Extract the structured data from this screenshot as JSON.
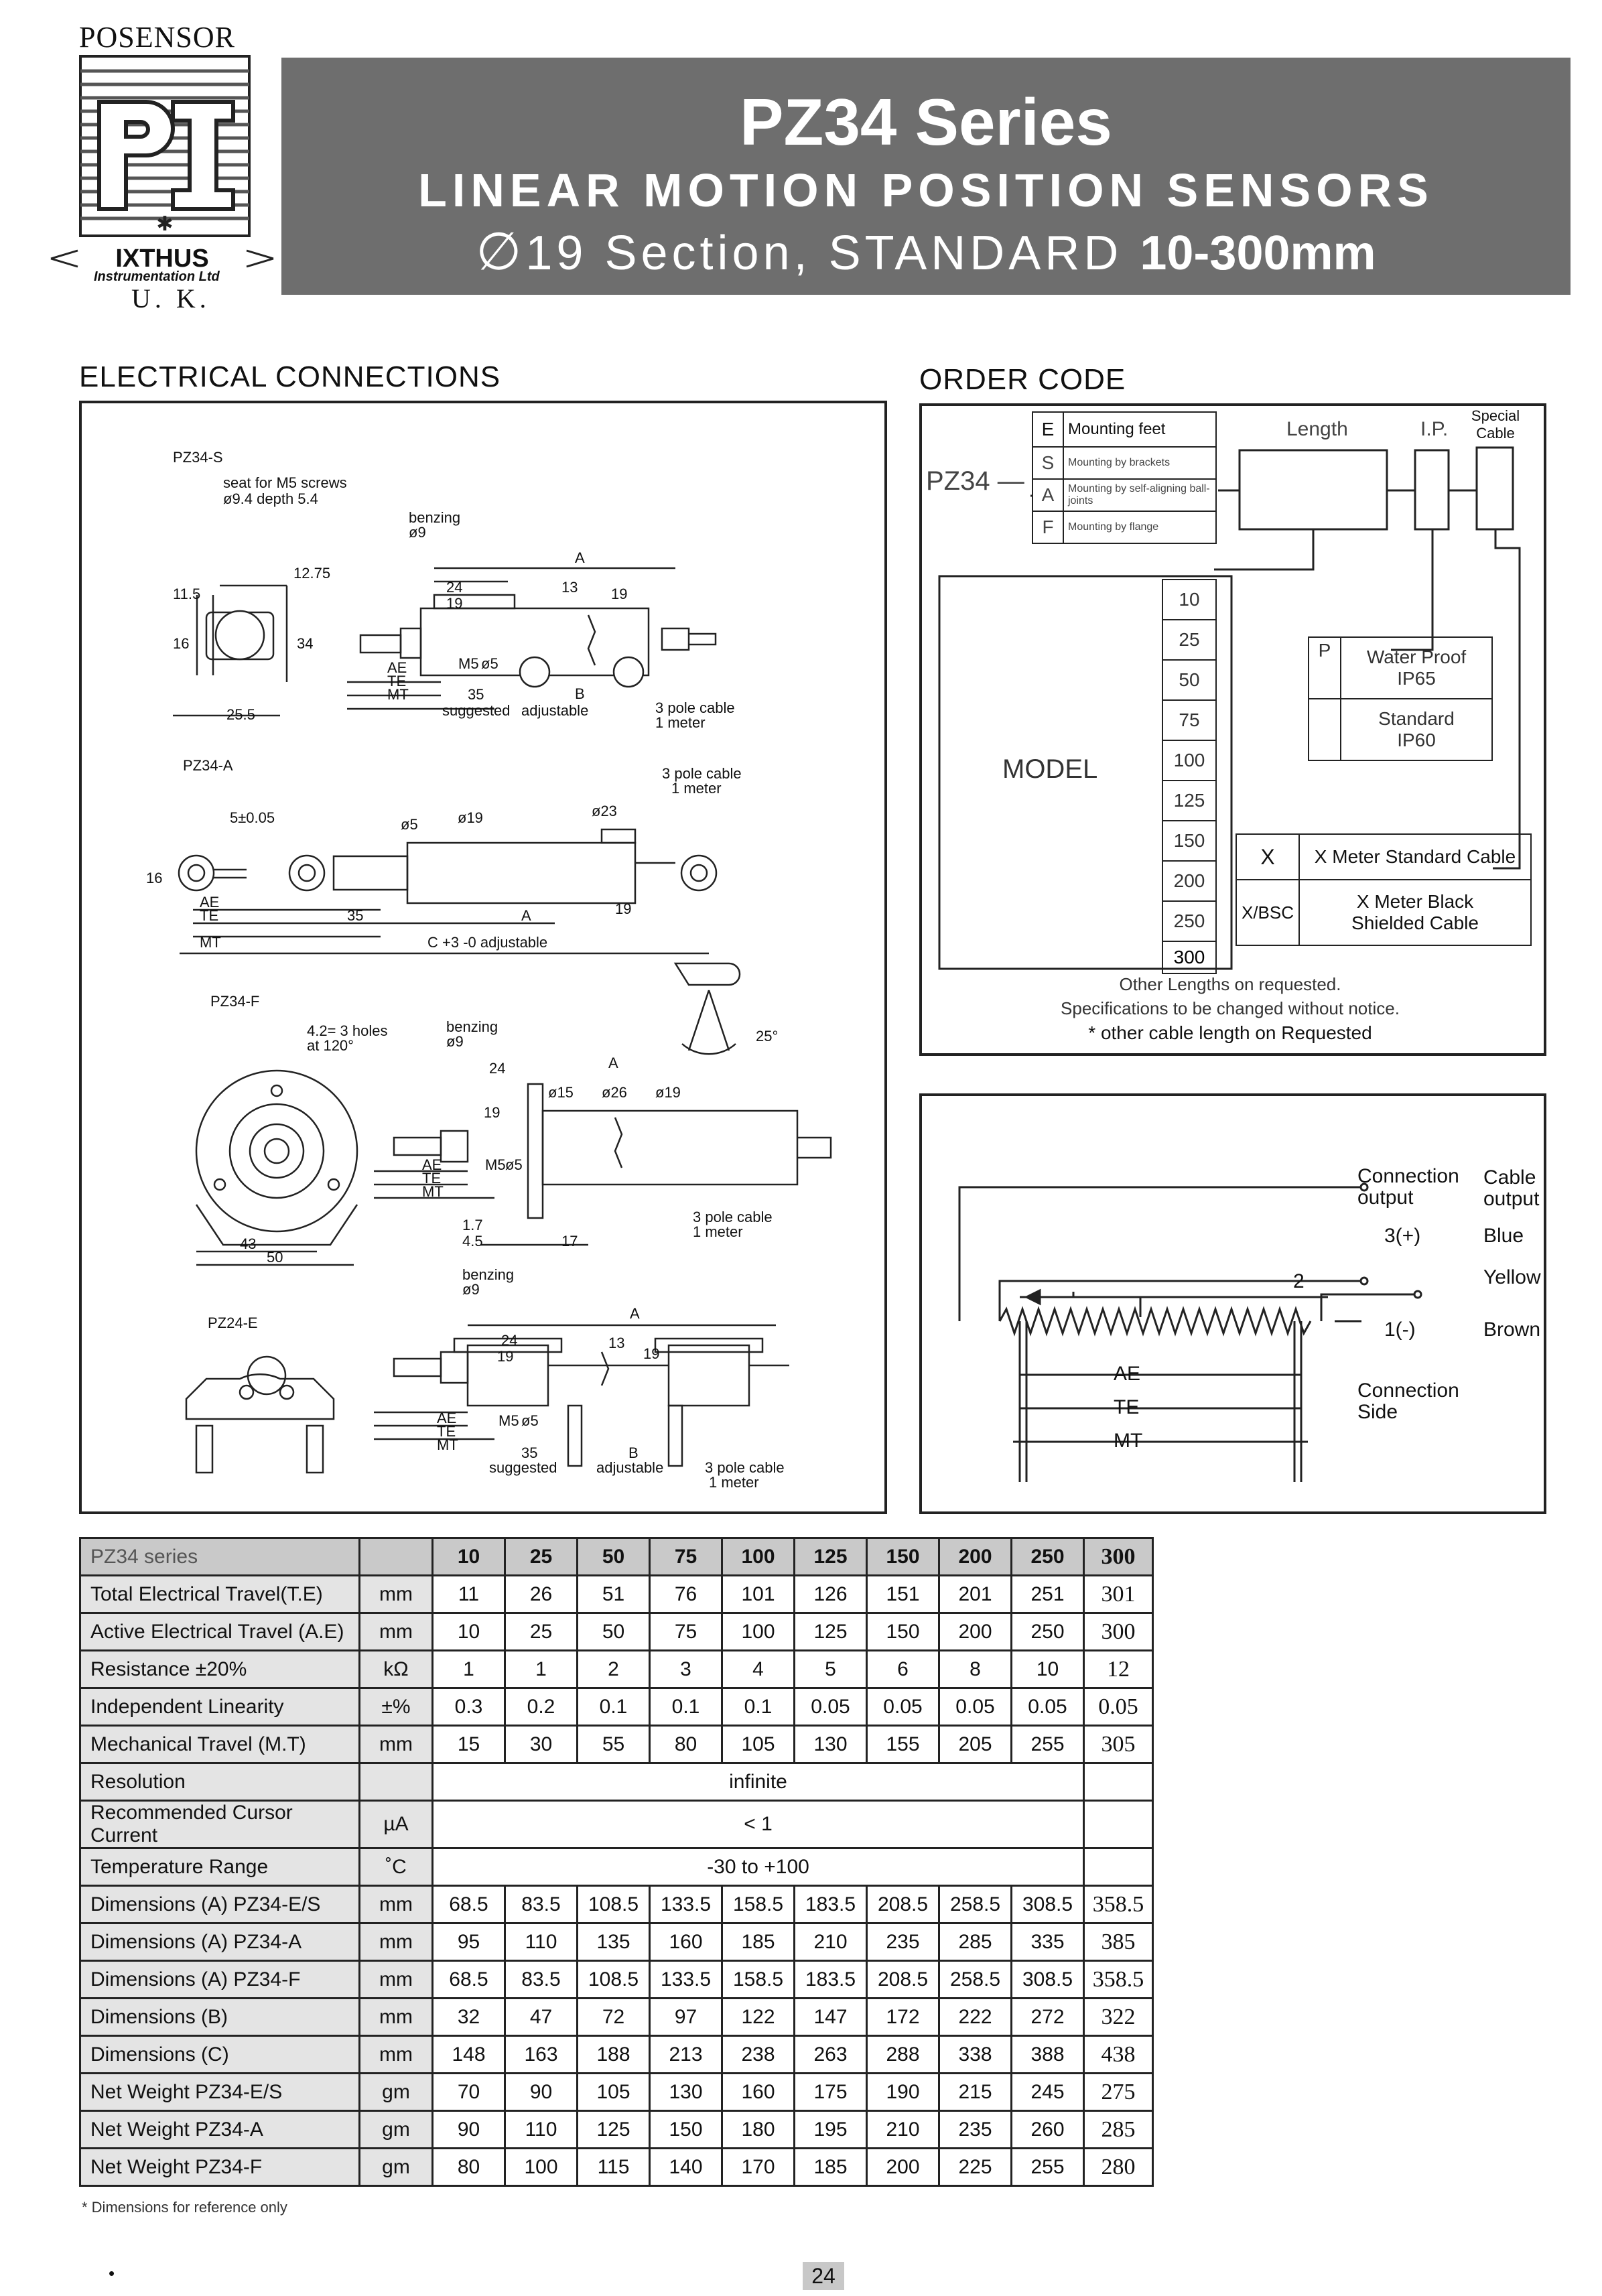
{
  "logo": {
    "company": "POSENSOR",
    "mark": "PI",
    "brand": "IXTHUS",
    "subtitle": "Instrumentation Ltd",
    "country": "U. K."
  },
  "banner": {
    "title": "PZ34 Series",
    "subtitle": "LINEAR MOTION POSITION SENSORS",
    "section_symbol": "∅",
    "section": "19 Section, STANDARD",
    "range": "10-300mm"
  },
  "electrical": {
    "heading": "ELECTRICAL CONNECTIONS",
    "s": {
      "model": "PZ34-S",
      "seat_a": "seat for M5 screws",
      "seat_b": "ø9.4 depth 5.4",
      "benzing_a": "benzing",
      "benzing_b": "ø9",
      "d_115": "11.5",
      "d_1275": "12.75",
      "d_16": "16",
      "d_34": "34",
      "d_255": "25.5",
      "d_24": "24",
      "d_19": "19",
      "d_13": "13",
      "d_a": "A",
      "d_b": "B",
      "d_ae": "AE",
      "d_te": "TE",
      "d_mt": "MT",
      "d_35": "35",
      "d_m5": "M5",
      "d_o5": "ø5",
      "d_19v": "19",
      "suggested": "suggested",
      "adjustable": "adjustable",
      "cable_a": "3 pole cable",
      "cable_b": "1 meter"
    },
    "a": {
      "model": "PZ34-A",
      "tol": "5±0.05",
      "d_16": "16",
      "d_o5": "ø5",
      "d_o19": "ø19",
      "d_o23": "ø23",
      "d_ae": "AE",
      "d_te": "TE",
      "d_mt": "MT",
      "d_35": "35",
      "d_a": "A",
      "d_19": "19",
      "c_adj": "C +3 -0 adjustable",
      "cable_a": "3 pole cable",
      "cable_b": "1 meter",
      "angle": "25°"
    },
    "f": {
      "model": "PZ34-F",
      "holes_a": "4.2= 3 holes",
      "holes_b": "at 120°",
      "benzing_a": "benzing",
      "benzing_b": "ø9",
      "d_24": "24",
      "d_19": "19",
      "d_a": "A",
      "d_o15": "ø15",
      "d_o26": "ø26",
      "d_o19": "ø19",
      "d_ae": "AE",
      "d_te": "TE",
      "d_mt": "MT",
      "d_m5": "M5",
      "d_o5": "ø5",
      "d_43": "43",
      "d_50": "50",
      "d_17a": "1.7",
      "d_45": "4.5",
      "d_17": "17",
      "cable_a": "3 pole cable",
      "cable_b": "1 meter"
    },
    "e": {
      "model": "PZ24-E",
      "benzing_a": "benzing",
      "benzing_b": "ø9",
      "d_24": "24",
      "d_19": "19",
      "d_13": "13",
      "d_a": "A",
      "d_b": "B",
      "d_ae": "AE",
      "d_te": "TE",
      "d_mt": "MT",
      "d_35": "35",
      "d_m5": "M5",
      "d_o5": "ø5",
      "d_19v": "19",
      "suggested": "suggested",
      "adjustable": "adjustable",
      "cable_a": "3 pole cable",
      "cable_b": "1 meter"
    }
  },
  "order": {
    "heading": "ORDER CODE",
    "prefix": "PZ34 —",
    "mounting": [
      {
        "code": "E",
        "label": "Mounting feet"
      },
      {
        "code": "S",
        "label": "Mounting by brackets"
      },
      {
        "code": "A",
        "label": "Mounting by self-aligning ball-joints"
      },
      {
        "code": "F",
        "label": "Mounting by flange"
      }
    ],
    "length_label": "Length",
    "ip_label": "I.P.",
    "special_cable": "Special Cable",
    "model_label": "MODEL",
    "lengths": [
      "10",
      "25",
      "50",
      "75",
      "100",
      "125",
      "150",
      "200",
      "250",
      "300"
    ],
    "ip": [
      {
        "code": "P",
        "label": "Water Proof IP65"
      },
      {
        "code": "",
        "label": "Standard IP60"
      }
    ],
    "cables": [
      {
        "code": "X",
        "label": "X Meter Standard Cable"
      },
      {
        "code": "X/BSC",
        "label": "X Meter Black Shielded Cable"
      }
    ],
    "note1": "Other Lengths on requested.",
    "note2": "Specifications to be changed without notice.",
    "note3": "* other cable length on Requested"
  },
  "wiring": {
    "connection_output": "Connection output",
    "cable_output": "Cable output",
    "pins": [
      {
        "pin": "3(+)",
        "color": "Blue"
      },
      {
        "pin": "2",
        "color": "Yellow"
      },
      {
        "pin": "1(-)",
        "color": "Brown"
      }
    ],
    "connection_side": "Connection Side",
    "ae": "AE",
    "te": "TE",
    "mt": "MT"
  },
  "spec_table": {
    "header": {
      "label": "PZ34 series",
      "unit": "",
      "values": [
        "10",
        "25",
        "50",
        "75",
        "100",
        "125",
        "150",
        "200",
        "250",
        "300"
      ]
    },
    "rows": [
      {
        "label": "Total Electrical Travel(T.E)",
        "unit": "mm",
        "values": [
          "11",
          "26",
          "51",
          "76",
          "101",
          "126",
          "151",
          "201",
          "251",
          "301"
        ]
      },
      {
        "label": "Active Electrical Travel (A.E)",
        "unit": "mm",
        "values": [
          "10",
          "25",
          "50",
          "75",
          "100",
          "125",
          "150",
          "200",
          "250",
          "300"
        ]
      },
      {
        "label": "Resistance ±20%",
        "unit": "kΩ",
        "values": [
          "1",
          "1",
          "2",
          "3",
          "4",
          "5",
          "6",
          "8",
          "10",
          "12"
        ]
      },
      {
        "label": "Independent Linearity",
        "unit": "±%",
        "values": [
          "0.3",
          "0.2",
          "0.1",
          "0.1",
          "0.1",
          "0.05",
          "0.05",
          "0.05",
          "0.05",
          "0.05"
        ]
      },
      {
        "label": "Mechanical Travel  (M.T)",
        "unit": "mm",
        "values": [
          "15",
          "30",
          "55",
          "80",
          "105",
          "130",
          "155",
          "205",
          "255",
          "305"
        ]
      },
      {
        "label": "Resolution",
        "unit": "",
        "span": "infinite"
      },
      {
        "label": "Recommended Cursor Current",
        "unit": "µA",
        "span": "< 1"
      },
      {
        "label": "Temperature Range",
        "unit": "˚C",
        "span": "-30 to +100"
      },
      {
        "label": "Dimensions (A)     PZ34-E/S",
        "unit": "mm",
        "values": [
          "68.5",
          "83.5",
          "108.5",
          "133.5",
          "158.5",
          "183.5",
          "208.5",
          "258.5",
          "308.5",
          "358.5"
        ]
      },
      {
        "label": "Dimensions (A)     PZ34-A",
        "unit": "mm",
        "values": [
          "95",
          "110",
          "135",
          "160",
          "185",
          "210",
          "235",
          "285",
          "335",
          "385"
        ]
      },
      {
        "label": "Dimensions (A)     PZ34-F",
        "unit": "mm",
        "values": [
          "68.5",
          "83.5",
          "108.5",
          "133.5",
          "158.5",
          "183.5",
          "208.5",
          "258.5",
          "308.5",
          "358.5"
        ]
      },
      {
        "label": "Dimensions (B)",
        "unit": "mm",
        "values": [
          "32",
          "47",
          "72",
          "97",
          "122",
          "147",
          "172",
          "222",
          "272",
          "322"
        ]
      },
      {
        "label": "Dimensions (C)",
        "unit": "mm",
        "values": [
          "148",
          "163",
          "188",
          "213",
          "238",
          "263",
          "288",
          "338",
          "388",
          "438"
        ]
      },
      {
        "label": "Net Weight           PZ34-E/S",
        "unit": "gm",
        "values": [
          "70",
          "90",
          "105",
          "130",
          "160",
          "175",
          "190",
          "215",
          "245",
          "275"
        ]
      },
      {
        "label": "Net Weight           PZ34-A",
        "unit": "gm",
        "values": [
          "90",
          "110",
          "125",
          "150",
          "180",
          "195",
          "210",
          "235",
          "260",
          "285"
        ]
      },
      {
        "label": "Net Weight           PZ34-F",
        "unit": "gm",
        "values": [
          "80",
          "100",
          "115",
          "140",
          "170",
          "185",
          "200",
          "225",
          "255",
          "280"
        ]
      }
    ],
    "footnote": "* Dimensions for reference only"
  },
  "page_number": "24"
}
